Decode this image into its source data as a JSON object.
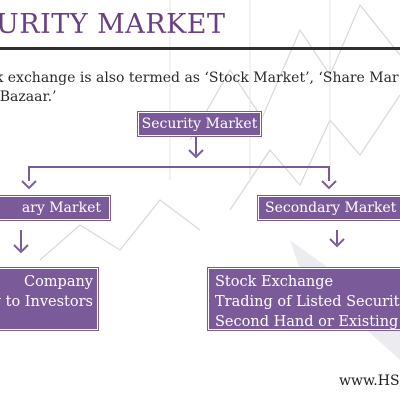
{
  "title": "URITY MARKET",
  "intro": "ck exchange is also termed as ‘Stock Market’, ‘Share Mar\ne Bazaar.’",
  "diagram": {
    "root": "Security Market",
    "primary": "ary Market",
    "secondary": "Secondary Market",
    "primary_details": [
      "Company",
      "y to Investors"
    ],
    "secondary_details": [
      "Stock Exchange",
      "Trading of Listed Securiti",
      "Second Hand or Existing S"
    ]
  },
  "website": "www.HS",
  "colors": {
    "accent": "#7b5a9a",
    "title": "#6b3f84",
    "rule": "#2f2f2f"
  }
}
